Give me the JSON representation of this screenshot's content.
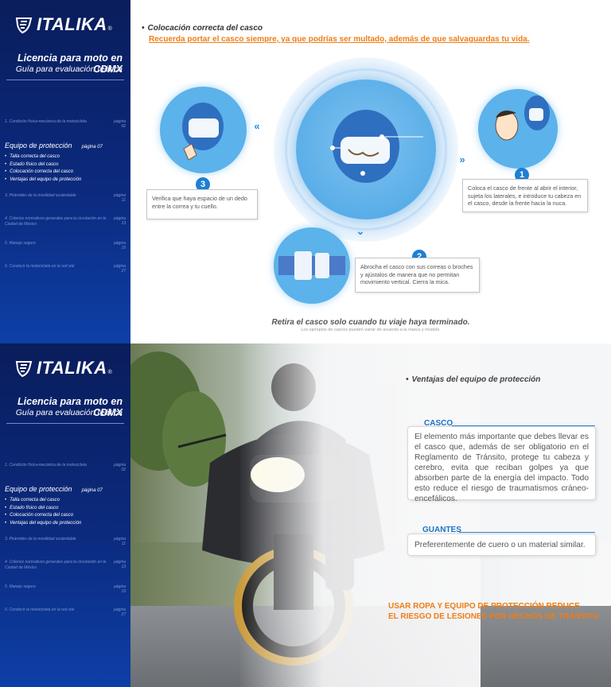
{
  "brand": {
    "name": "ITALIKA",
    "reg": "®"
  },
  "sidebar": {
    "title": "Licencia para moto en CDMX",
    "subtitle": "Guía para evaluación teórica",
    "item1": {
      "label": "1. Condición física-mecánica de la motocicleta",
      "page": "página 02"
    },
    "active": {
      "label": "Equipo de protección",
      "page": "página 07",
      "subitems": [
        "Talla correcta del casco",
        "Estado físico del casco",
        "Colocación correcta del casco",
        "Ventajas del equipo de protección"
      ]
    },
    "item3": {
      "label": "3. Pirámides de la movilidad sustentable",
      "page": "página 11"
    },
    "item4": {
      "label": "4. Criterios normativos generales para la circulación en la Ciudad de México",
      "page": "página 13"
    },
    "item5": {
      "label": "5. Manejo seguro",
      "page": "página 19"
    },
    "item6": {
      "label": "6. Conducir la motocicleta en la red vial",
      "page": "página 27"
    }
  },
  "top": {
    "heading": "Colocación correcta del casco",
    "subheading": "Recuerda portar el casco siempre, ya que podrías ser multado, además de que salvaguardas tu vida.",
    "step1": {
      "num": "1",
      "text": "Coloca el casco de frente al abrir el interior, sujeta los laterales, e introduce tu cabeza en el casco, desde la frente hacia la nuca."
    },
    "step2": {
      "num": "2",
      "text": "Abrocha el casco con sus correas o broches y ajústalos de manera que no permitan movimiento vertical. Cierra la mica."
    },
    "step3": {
      "num": "3",
      "text": "Verifica que haya espacio de un dedo entre la correa y tu cuello."
    },
    "footer": "Retira el casco solo cuando tu viaje haya terminado.",
    "note": "Los ejemplos de cascos pueden variar de acuerdo a la marca y modelo."
  },
  "bottom": {
    "heading": "Ventajas del equipo de protección",
    "casco": {
      "title": "CASCO",
      "text": "El elemento más importante que debes llevar es el casco que, además de ser obligatorio en el Reglamento de Tránsito, protege tu cabeza y cerebro, evita que reciban golpes ya que absorben parte de la energía del impacto. Todo esto reduce el riesgo de traumatismos cráneo-encefálicos."
    },
    "guantes": {
      "title": "GUANTES",
      "text": "Preferentemente de cuero o un material similar."
    },
    "warning_line1": "USAR ROPA Y EQUIPO DE PROTECCIÓN REDUCE",
    "warning_line2": "EL RIESGO DE LESIONES POR HECHOS DE TRÁNSITO"
  },
  "colors": {
    "navy": "#0b2a7e",
    "orange": "#f07d14",
    "blue": "#1a73c8",
    "circle": "#5cb2ea"
  }
}
